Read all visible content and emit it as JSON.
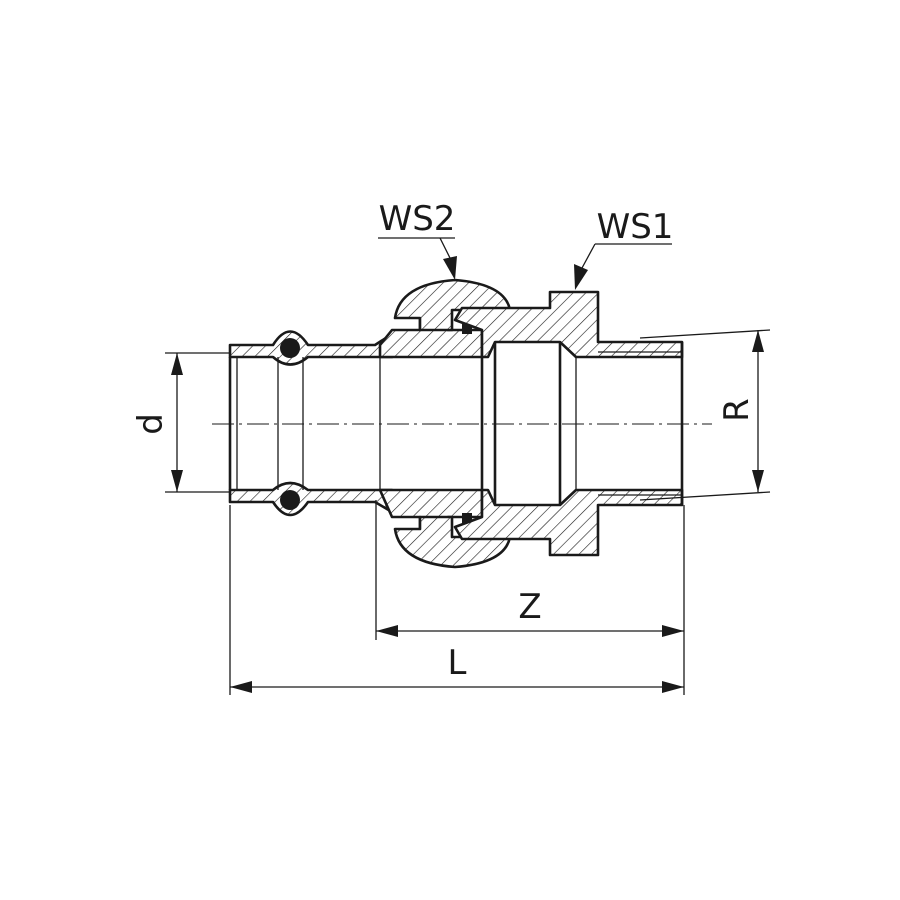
{
  "labels": {
    "ws2": "WS2",
    "ws1": "WS1",
    "d": "d",
    "R": "R",
    "Z": "Z",
    "L": "L"
  },
  "colors": {
    "line": "#1a1a1a",
    "background": "#ffffff"
  }
}
